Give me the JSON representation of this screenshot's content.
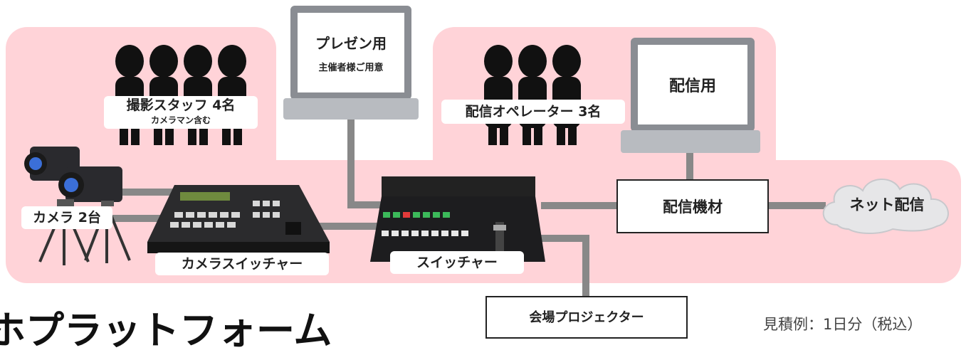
{
  "staff": {
    "title": "撮影スタッフ 4名",
    "sub": "カメラマン含む",
    "count": 4
  },
  "operators": {
    "title": "配信オペレーター 3名",
    "count": 3
  },
  "presentation_pc": {
    "title": "プレゼン用",
    "sub": "主催者様ご用意"
  },
  "streaming_pc": {
    "title": "配信用"
  },
  "cameras": {
    "label": "カメラ 2台"
  },
  "camera_switcher": {
    "label": "カメラスイッチャー"
  },
  "switcher": {
    "label": "スイッチャー"
  },
  "streaming_equipment": {
    "label": "配信機材"
  },
  "net_streaming": {
    "label": "ネット配信"
  },
  "venue_projector": {
    "label": "会場プロジェクター"
  },
  "footer": {
    "heading": "ホプラットフォーム",
    "estimate": "見積例：1日分（税込）"
  },
  "colors": {
    "region": "#ffd3d8",
    "line": "#888888",
    "silhouette": "#111111",
    "cloud": "#e6e6e8"
  }
}
